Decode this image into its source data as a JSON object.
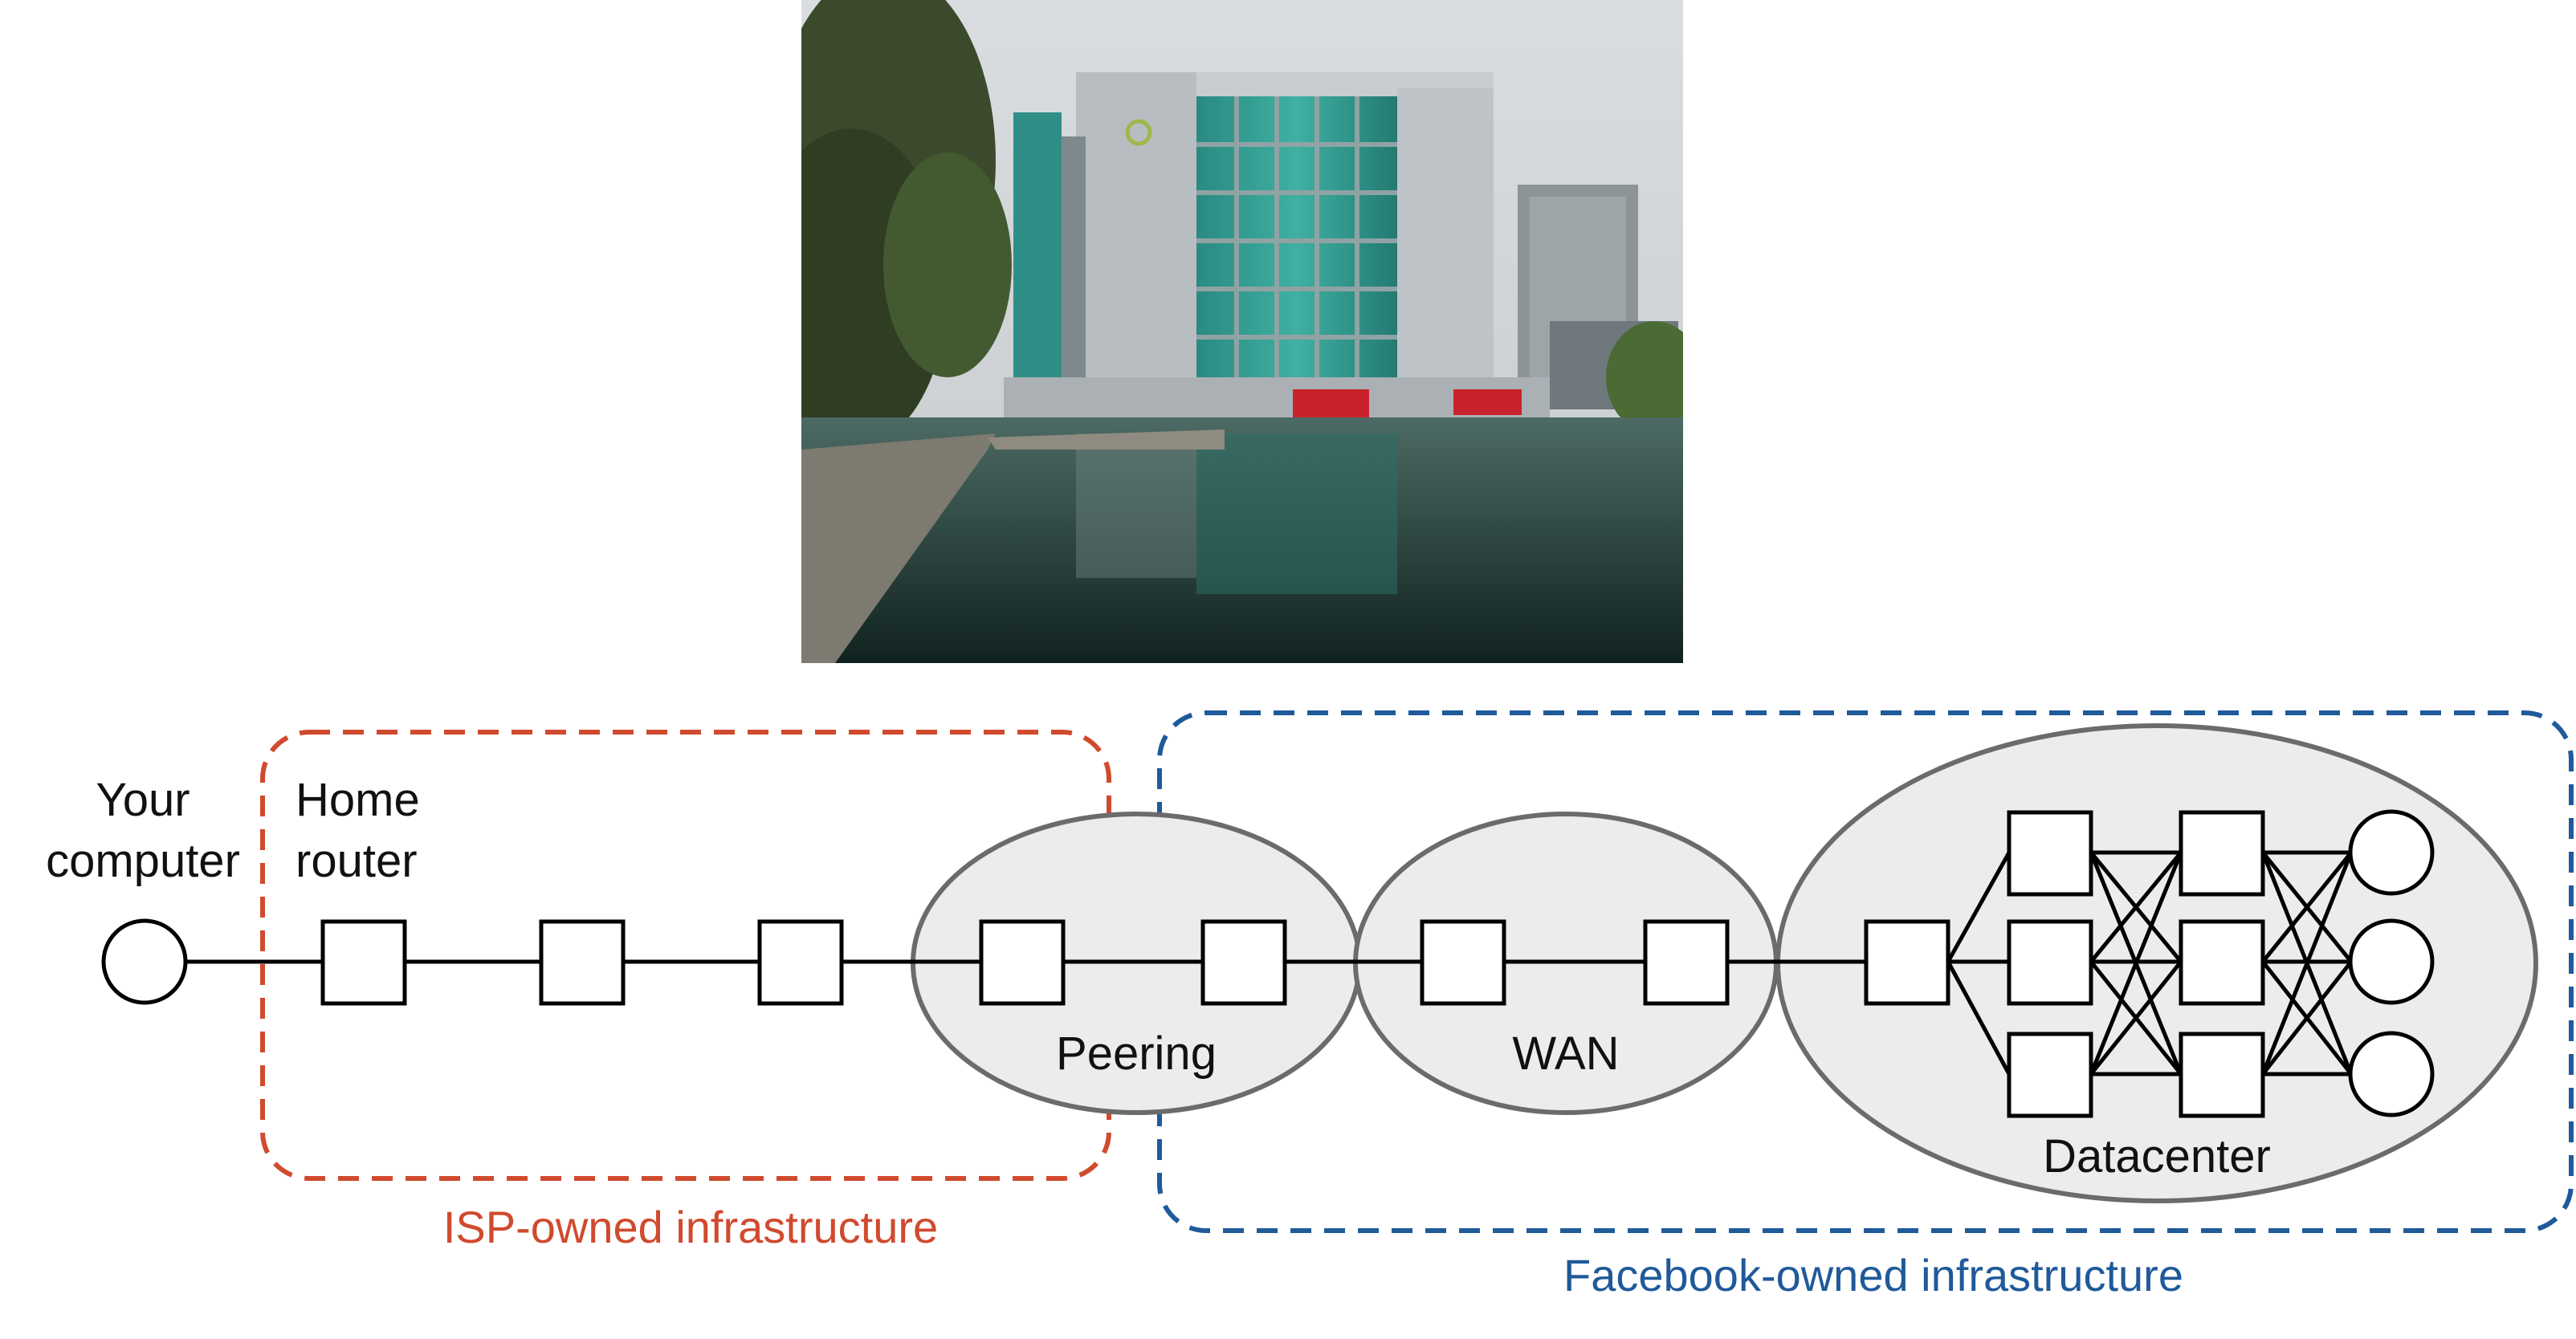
{
  "labels": {
    "your_computer_line1": "Your",
    "your_computer_line2": "computer",
    "home_router_line1": "Home",
    "home_router_line2": "router",
    "peering": "Peering",
    "wan": "WAN",
    "datacenter": "Datacenter",
    "isp_caption": "ISP-owned infrastructure",
    "facebook_caption": "Facebook-owned infrastructure"
  },
  "colors": {
    "isp": "#d04a2e",
    "facebook": "#1f5a9a",
    "ellipse_fill": "#ececec",
    "ellipse_stroke": "#6b6b6b",
    "node_stroke": "#000000"
  },
  "photo": {
    "subject": "glass-and-steel datacenter building beside a canal with trees and red buses"
  }
}
